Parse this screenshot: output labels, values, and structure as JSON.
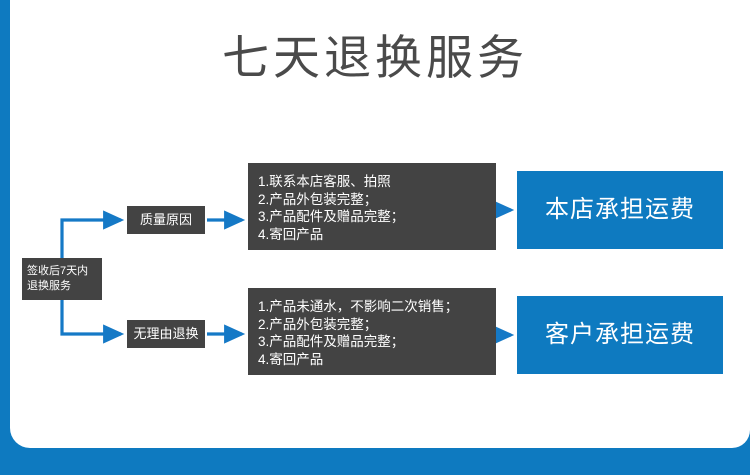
{
  "page": {
    "title": "七天退换服务",
    "accent_color": "#0E7AC0",
    "node_color": "#434343",
    "title_color": "#4A4A4A"
  },
  "flow": {
    "root": {
      "line1": "签收后7天内",
      "line2": "退换服务"
    },
    "branches": [
      {
        "reason": "质量原因",
        "details": [
          "1.联系本店客服、拍照",
          "2.产品外包装完整；",
          "3.产品配件及赠品完整；",
          "4.寄回产品"
        ],
        "result": "本店承担运费"
      },
      {
        "reason": "无理由退换",
        "details": [
          "1.产品未通水，不影响二次销售；",
          "2.产品外包装完整；",
          "3.产品配件及赠品完整；",
          "4.寄回产品"
        ],
        "result": "客户承担运费"
      }
    ]
  }
}
